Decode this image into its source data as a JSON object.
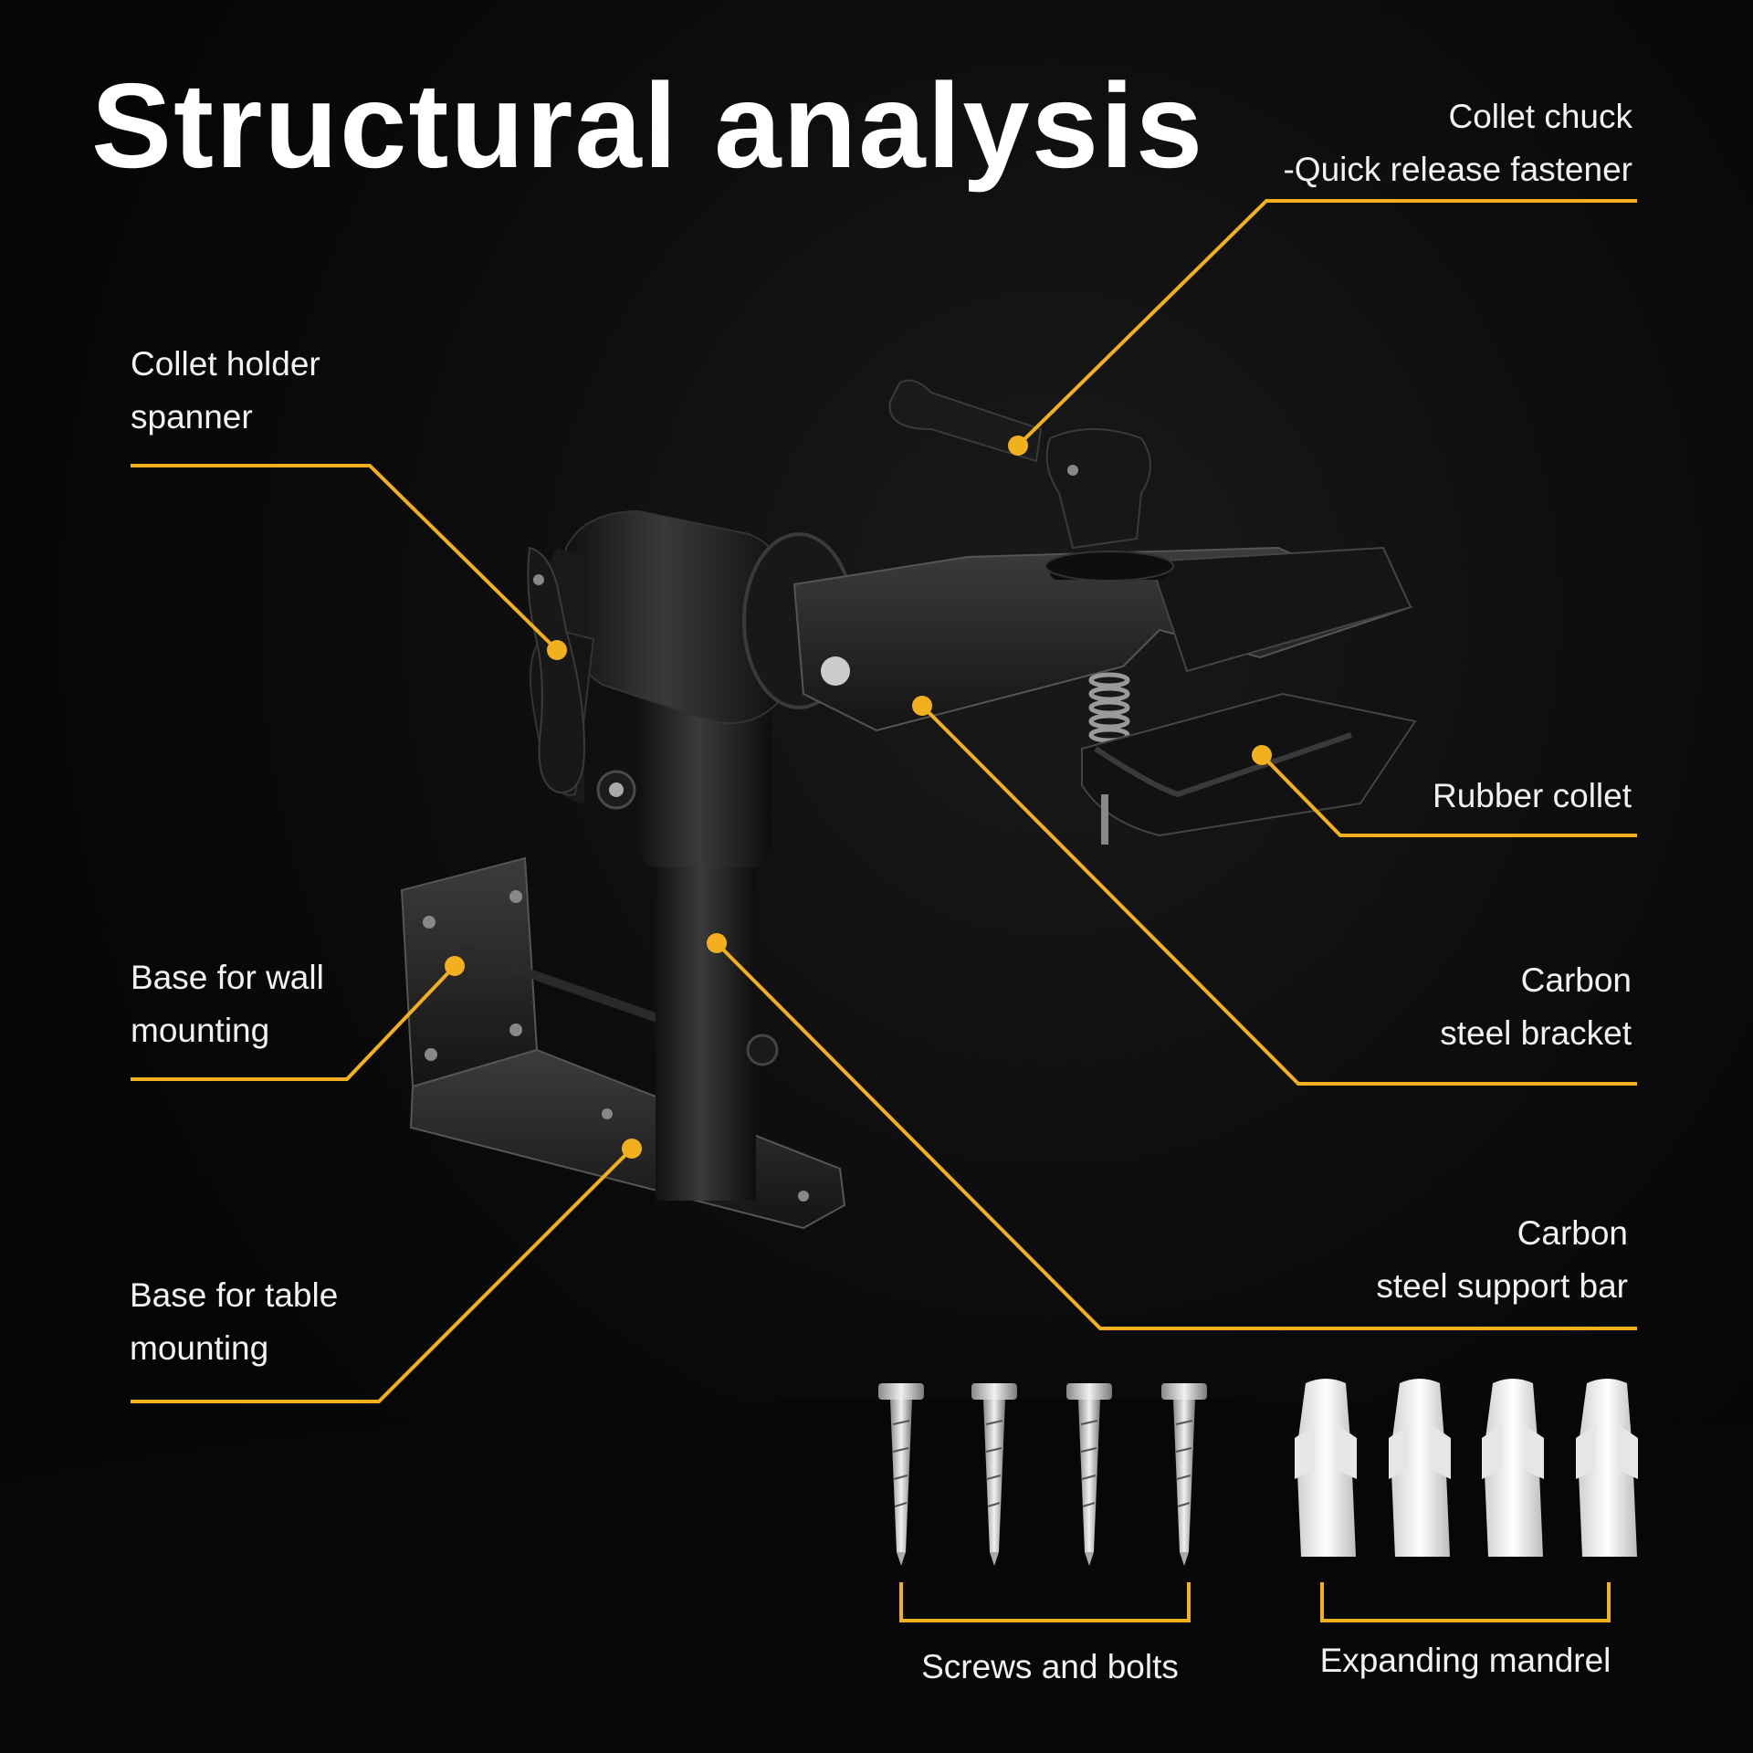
{
  "title": "Structural analysis",
  "accent_color": "#f2b01e",
  "labels": {
    "collet_chuck": {
      "line1": "Collet chuck",
      "line2": "-Quick release fastener"
    },
    "collet_holder_spanner": {
      "line1": "Collet holder",
      "line2": "spanner"
    },
    "rubber_collet": {
      "line1": "Rubber collet"
    },
    "base_wall": {
      "line1": "Base for wall",
      "line2": "mounting"
    },
    "carbon_steel_bracket": {
      "line1": "Carbon",
      "line2": "steel bracket"
    },
    "carbon_steel_support_bar": {
      "line1": "Carbon",
      "line2": "steel support bar"
    },
    "base_table": {
      "line1": "Base for table",
      "line2": "mounting"
    },
    "screws_and_bolts": {
      "line1": "Screws and bolts"
    },
    "expanding_mandrel": {
      "line1": "Expanding mandrel"
    }
  }
}
